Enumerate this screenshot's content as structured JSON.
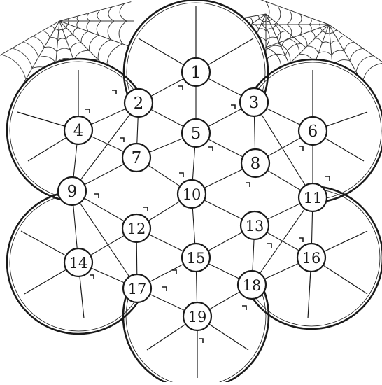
{
  "puzzle": {
    "nodes": [
      {
        "id": 1,
        "label": "1"
      },
      {
        "id": 2,
        "label": "2"
      },
      {
        "id": 3,
        "label": "3"
      },
      {
        "id": 4,
        "label": "4"
      },
      {
        "id": 5,
        "label": "5"
      },
      {
        "id": 6,
        "label": "6"
      },
      {
        "id": 7,
        "label": "7"
      },
      {
        "id": 8,
        "label": "8"
      },
      {
        "id": 9,
        "label": "9"
      },
      {
        "id": 10,
        "label": "10"
      },
      {
        "id": 11,
        "label": "11"
      },
      {
        "id": 12,
        "label": "12"
      },
      {
        "id": 13,
        "label": "13"
      },
      {
        "id": 14,
        "label": "14"
      },
      {
        "id": 15,
        "label": "15"
      },
      {
        "id": 16,
        "label": "16"
      },
      {
        "id": 17,
        "label": "17"
      },
      {
        "id": 18,
        "label": "18"
      },
      {
        "id": 19,
        "label": "19"
      }
    ],
    "colors": {
      "ink": "#1a1a1a",
      "paper": "#ffffff",
      "web": "#333333"
    }
  }
}
